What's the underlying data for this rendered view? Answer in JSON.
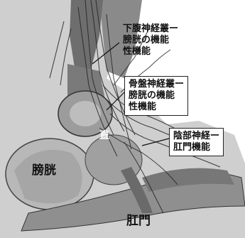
{
  "callouts": {
    "hypogastric": [
      "下腹神経叢ー",
      "膀胱の機能",
      "性機能"
    ],
    "pelvic": [
      "骨盤神経叢ー",
      "膀胱の機能",
      "性機能"
    ],
    "pudendal": [
      "陰部神経ー",
      "肛門機能"
    ]
  },
  "labels": {
    "bladder": "膀胱",
    "anus": "肛門",
    "rectum": "直"
  }
}
